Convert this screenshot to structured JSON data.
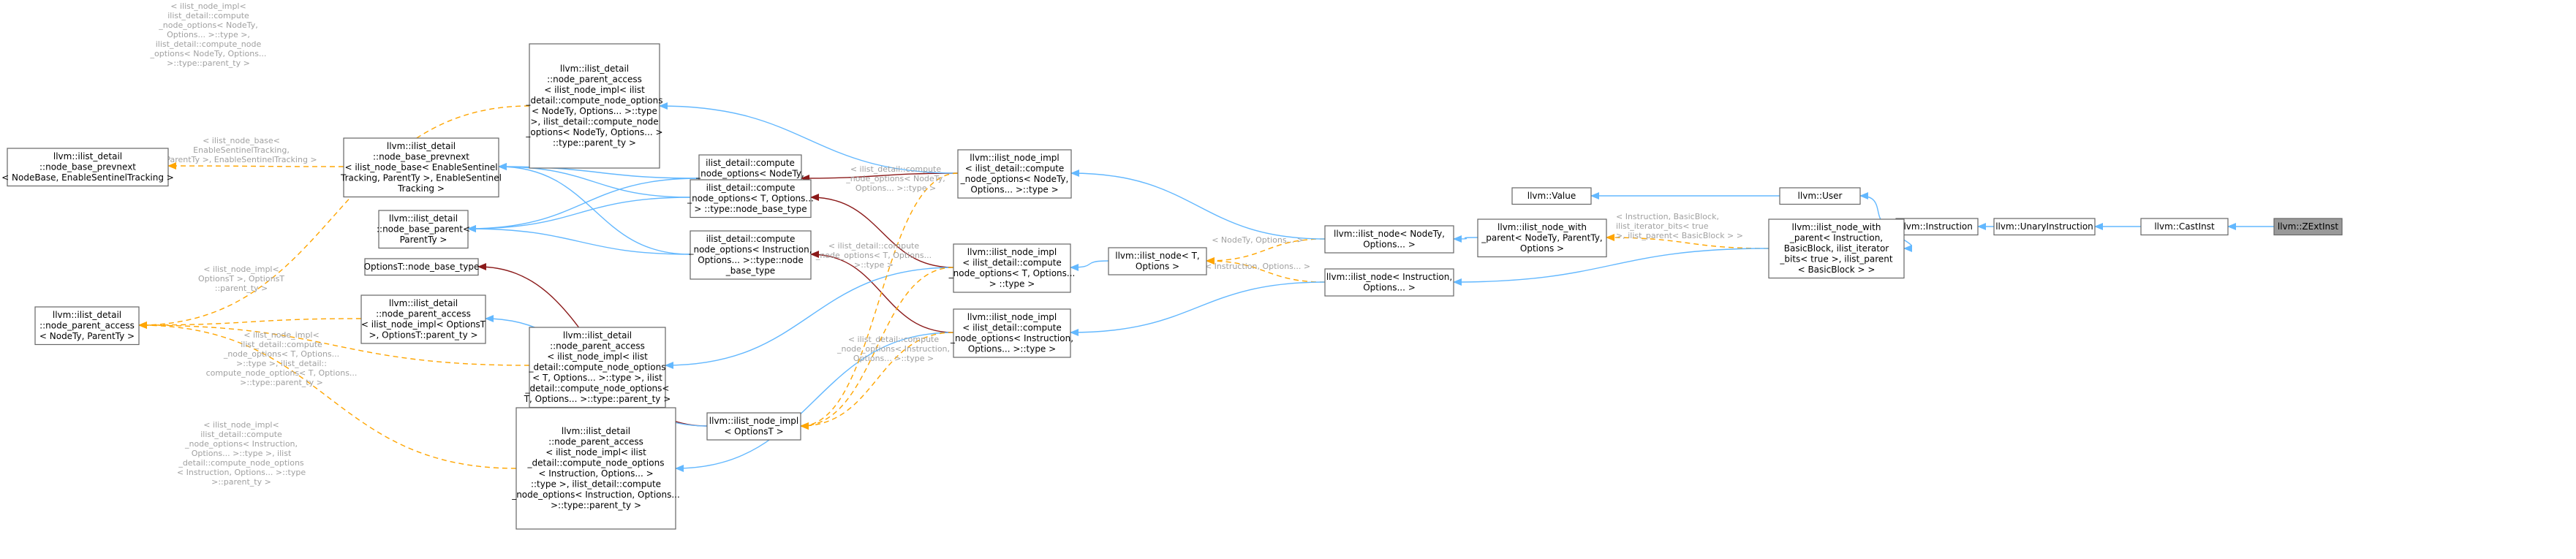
{
  "colors": {
    "public_inheritance": "#63b8ff",
    "protected_inheritance": "#8b1a1a",
    "template_instance": "#ffa500",
    "focus_fill": "#999999",
    "node_border": "#666666",
    "label_gray": "#a0a0a0"
  },
  "nodes": [
    {
      "id": "zextinst",
      "lines": [
        "llvm::ZExtInst"
      ],
      "focus": true
    },
    {
      "id": "castinst",
      "lines": [
        "llvm::CastInst"
      ]
    },
    {
      "id": "unaryinst",
      "lines": [
        "llvm::UnaryInstruction"
      ]
    },
    {
      "id": "instruction",
      "lines": [
        "llvm::Instruction"
      ]
    },
    {
      "id": "user",
      "lines": [
        "llvm::User"
      ]
    },
    {
      "id": "value",
      "lines": [
        "llvm::Value"
      ]
    },
    {
      "id": "ilnwp_inst",
      "lines": [
        "llvm::ilist_node_with",
        "_parent< Instruction,",
        "BasicBlock, ilist_iterator",
        "_bits< true >, ilist_parent",
        "< BasicBlock > >"
      ]
    },
    {
      "id": "ilnwp_nodety",
      "lines": [
        "llvm::ilist_node_with",
        "_parent< NodeTy, ParentTy,",
        "Options >"
      ]
    },
    {
      "id": "iln_nodety",
      "lines": [
        "llvm::ilist_node< NodeTy,",
        "Options... >"
      ]
    },
    {
      "id": "iln_inst",
      "lines": [
        "llvm::ilist_node< Instruction,",
        "Options... >"
      ]
    },
    {
      "id": "iln_t",
      "lines": [
        "llvm::ilist_node< T,",
        "Options >"
      ]
    },
    {
      "id": "ilni_nodety",
      "lines": [
        "llvm::ilist_node_impl",
        "< ilist_detail::compute",
        "_node_options< NodeTy,",
        "Options... >::type >"
      ]
    },
    {
      "id": "ilni_t",
      "lines": [
        "llvm::ilist_node_impl",
        "< ilist_detail::compute",
        "_node_options< T, Options...",
        "> ::type >"
      ]
    },
    {
      "id": "ilni_inst",
      "lines": [
        "llvm::ilist_node_impl",
        "< ilist_detail::compute",
        "_node_options< Instruction,",
        "Options... >::type >"
      ]
    },
    {
      "id": "ilni_opt",
      "lines": [
        "llvm::ilist_node_impl",
        "< OptionsT >"
      ]
    },
    {
      "id": "cno_nodety",
      "lines": [
        "ilist_detail::compute",
        "_node_options< NodeTy,",
        "Options... >::type::node",
        "_base_type"
      ]
    },
    {
      "id": "cno_t",
      "lines": [
        "ilist_detail::compute",
        "_node_options< T, Options...",
        "> ::type::node_base_type"
      ]
    },
    {
      "id": "cno_inst",
      "lines": [
        "ilist_detail::compute",
        "_node_options< Instruction,",
        "Options... >::type::node",
        "_base_type"
      ]
    },
    {
      "id": "opt_nbt",
      "lines": [
        "OptionsT::node_base_type"
      ]
    },
    {
      "id": "npa_opt",
      "lines": [
        "llvm::ilist_detail",
        "::node_parent_access",
        "< ilist_node_impl< OptionsT",
        ">, OptionsT::parent_ty >"
      ]
    },
    {
      "id": "npa_nodety",
      "lines": [
        "llvm::ilist_detail",
        "::node_parent_access",
        "< ilist_node_impl< ilist",
        "_detail::compute_node_options",
        "< NodeTy, Options... >::type",
        ">, ilist_detail::compute_node",
        "_options< NodeTy, Options... >",
        "::type::parent_ty >"
      ]
    },
    {
      "id": "npa_t",
      "lines": [
        "llvm::ilist_detail",
        "::node_parent_access",
        "< ilist_node_impl< ilist",
        "_detail::compute_node_options",
        "< T, Options... >::type >, ilist",
        "_detail::compute_node_options<",
        "T, Options... >::type::parent_ty >"
      ]
    },
    {
      "id": "npa_inst",
      "lines": [
        "llvm::ilist_detail",
        "::node_parent_access",
        "< ilist_node_impl< ilist",
        "_detail::compute_node_options",
        "< Instruction, Options... >",
        "::type >, ilist_detail::compute",
        "_node_options< Instruction, Options...",
        ">::type::parent_ty >"
      ]
    },
    {
      "id": "nbp_est",
      "lines": [
        "llvm::ilist_detail",
        "::node_base_prevnext",
        "< ilist_node_base< EnableSentinel",
        "Tracking, ParentTy >, EnableSentinel",
        "Tracking >"
      ]
    },
    {
      "id": "nbparent",
      "lines": [
        "llvm::ilist_detail",
        "::node_base_parent<",
        "ParentTy >"
      ]
    },
    {
      "id": "nbp_tmpl",
      "lines": [
        "llvm::ilist_detail",
        "::node_base_prevnext",
        "< NodeBase, EnableSentinelTracking >"
      ]
    },
    {
      "id": "npa_tmpl",
      "lines": [
        "llvm::ilist_detail",
        "::node_parent_access",
        "< NodeTy, ParentTy >"
      ]
    }
  ],
  "edge_labels": [
    {
      "id": "lbl_nodety_opts",
      "lines": [
        "< NodeTy, Options... >"
      ]
    },
    {
      "id": "lbl_inst_opts",
      "lines": [
        "< Instruction, Options... >"
      ]
    },
    {
      "id": "lbl_bb",
      "lines": [
        "< Instruction, BasicBlock,",
        "ilist_iterator_bits< true",
        ">, ilist_parent< BasicBlock > >"
      ]
    },
    {
      "id": "lbl_ilnb",
      "lines": [
        "< ilist_node_base<",
        "EnableSentinelTracking,",
        "ParentTy >, EnableSentinelTracking >"
      ]
    },
    {
      "id": "lbl_npa_nodety",
      "lines": [
        "< ilist_node_impl<",
        "ilist_detail::compute",
        "_node_options< NodeTy,",
        "Options... >::type >,",
        "ilist_detail::compute_node",
        "_options< NodeTy, Options...",
        ">::type::parent_ty >"
      ]
    },
    {
      "id": "lbl_npa_opt",
      "lines": [
        "< ilist_node_impl<",
        "OptionsT >, OptionsT",
        "::parent_ty >"
      ]
    },
    {
      "id": "lbl_npa_t",
      "lines": [
        "< ilist_node_impl<",
        "ilist_detail::compute",
        "_node_options< T, Options...",
        ">::type >, ilist_detail::",
        "compute_node_options< T, Options...",
        ">::type::parent_ty >"
      ]
    },
    {
      "id": "lbl_npa_inst",
      "lines": [
        "< ilist_node_impl<",
        "ilist_detail::compute",
        "_node_options< Instruction,",
        "Options... >::type >, ilist",
        "_detail::compute_node_options",
        "< Instruction, Options... >::type",
        ">::parent_ty >"
      ]
    },
    {
      "id": "lbl_cno_nodety",
      "lines": [
        "< ilist_detail::compute",
        "_node_options< NodeTy,",
        "Options... >::type >"
      ]
    },
    {
      "id": "lbl_cno_t",
      "lines": [
        "< ilist_detail::compute",
        "_node_options< T, Options...",
        ">::type >"
      ]
    },
    {
      "id": "lbl_cno_inst",
      "lines": [
        "< ilist_detail::compute",
        "_node_options< Instruction,",
        "Options... >::type >"
      ]
    }
  ]
}
